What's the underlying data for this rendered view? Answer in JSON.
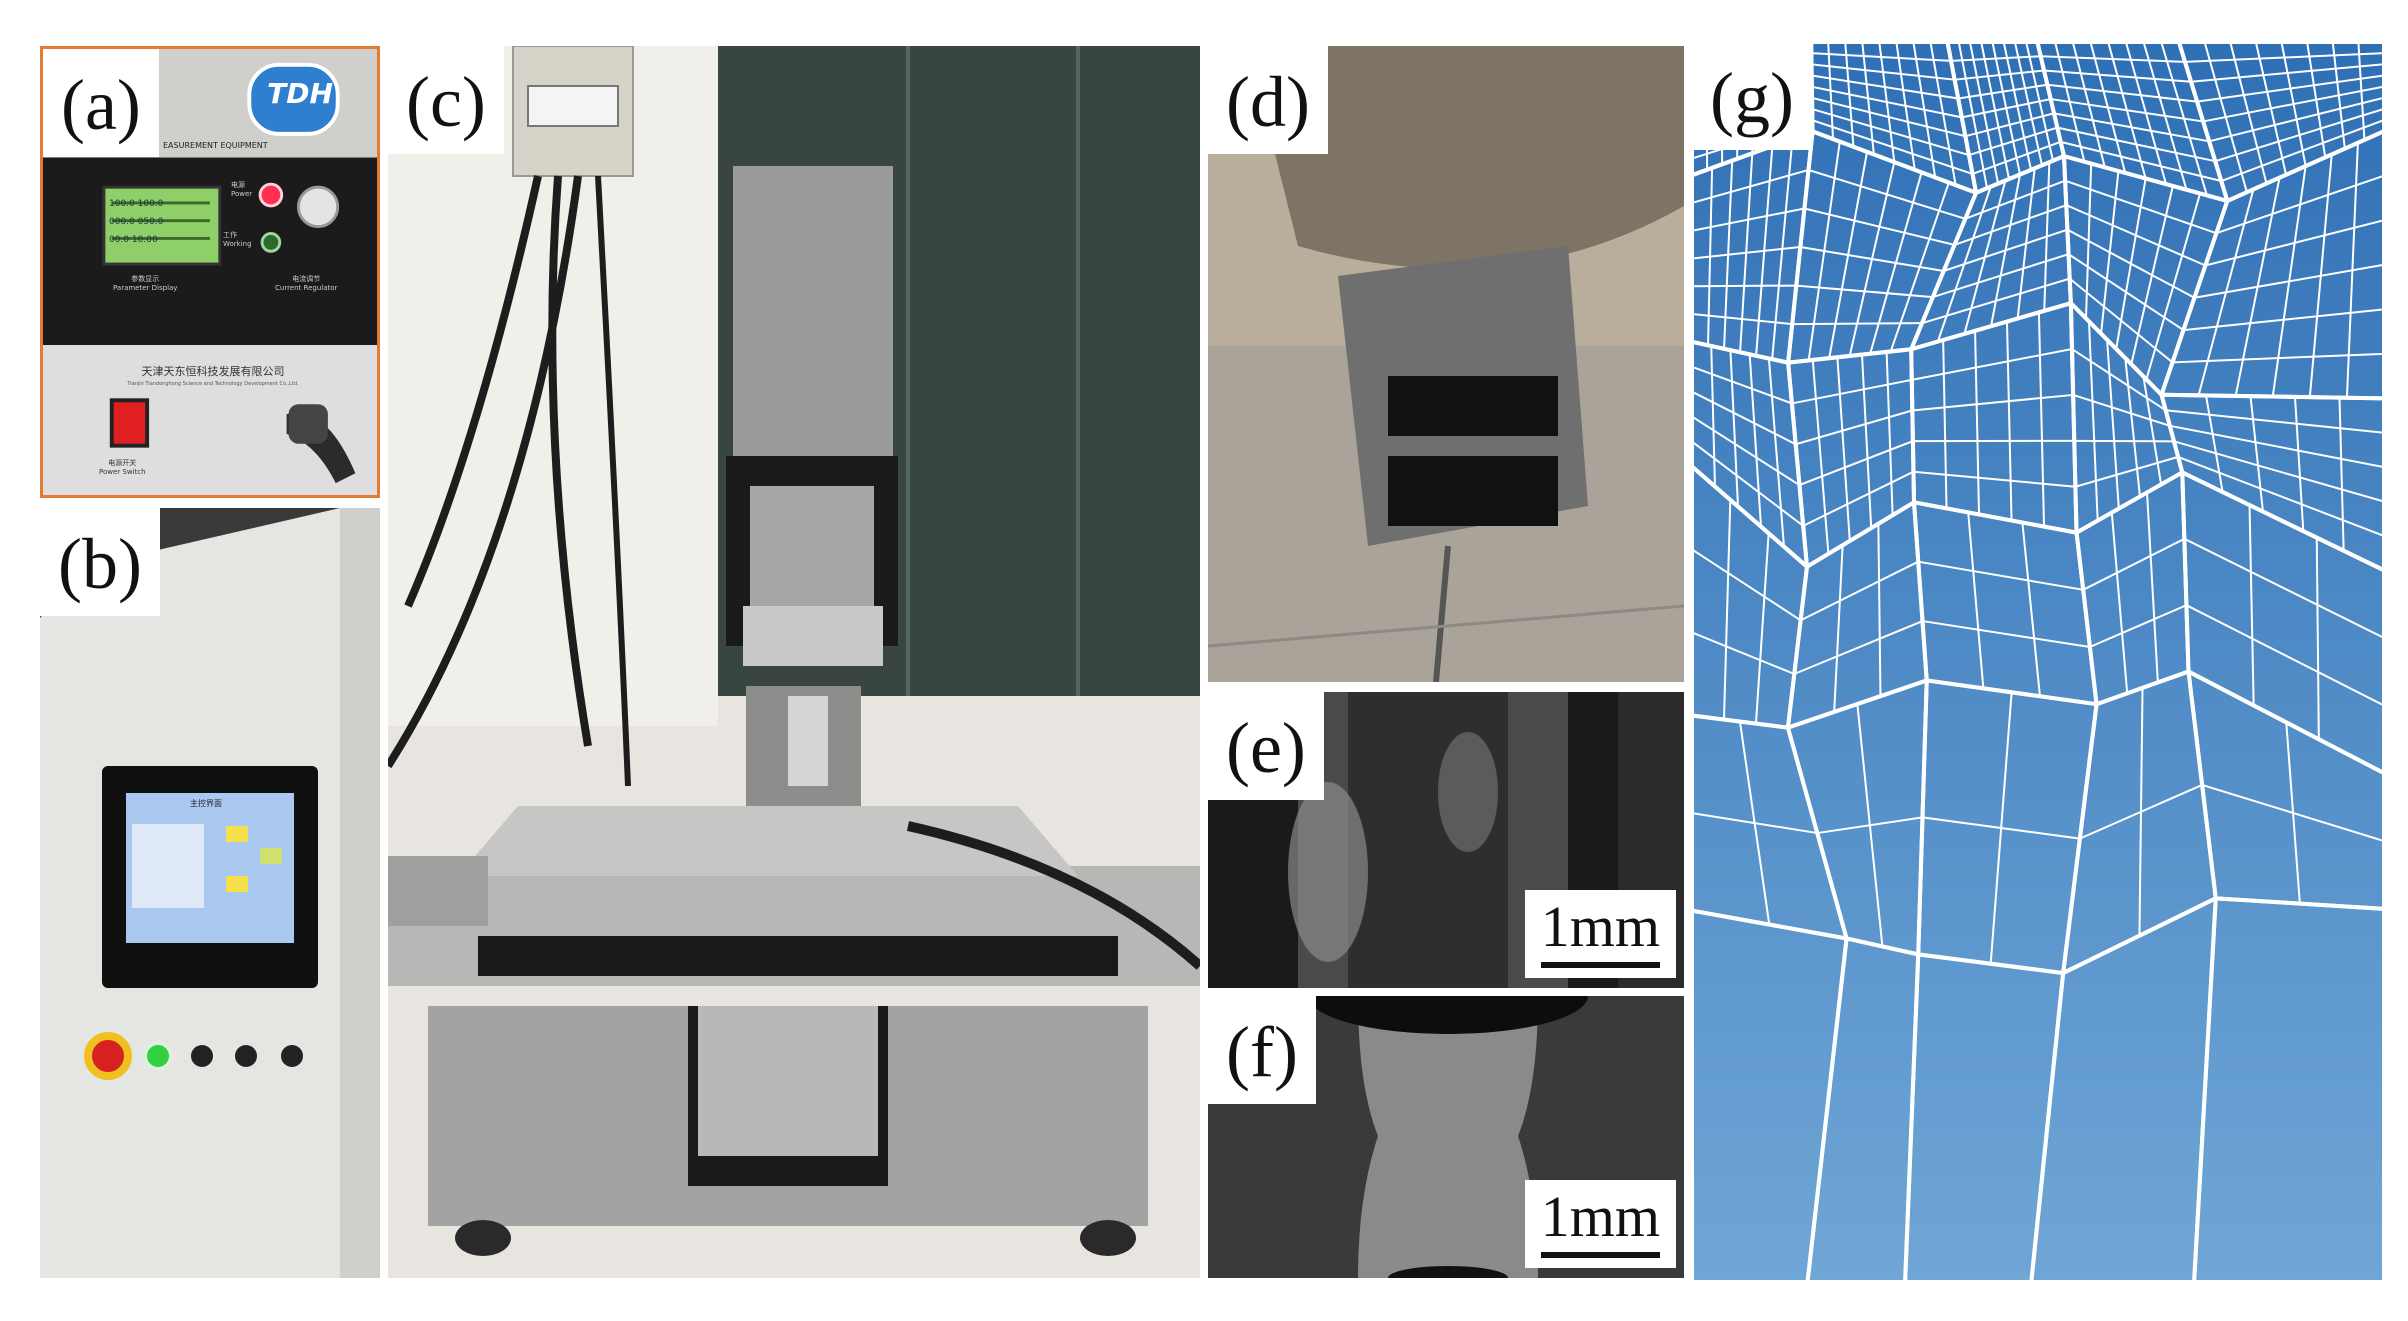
{
  "panels": {
    "a": {
      "label": "(a)",
      "brand": "TDH",
      "header_strip": "EASUREMENT EQUIPMENT",
      "lcd_lines": [
        "100.0  100.0",
        "000.0  050.0",
        "00.0   10.00"
      ],
      "indicators": {
        "power_cn": "电源",
        "power": "Power",
        "working_cn": "工作",
        "working": "Working"
      },
      "display_label_cn": "参数显示",
      "display_label": "Parameter Display",
      "current_label_cn": "电流调节",
      "current_label": "Current Regulator",
      "company_cn": "天津天东恒科技发展有限公司",
      "company_en": "Tianjin Tiandonghong Science and Technology Development Co.,Ltd.",
      "switch_label_cn": "电源开关",
      "switch_label": "Power Switch"
    },
    "b": {
      "label": "(b)",
      "screen_title": "主控界面"
    },
    "c": {
      "label": "(c)"
    },
    "d": {
      "label": "(d)"
    },
    "e": {
      "label": "(e)",
      "scale": "1mm"
    },
    "f": {
      "label": "(f)",
      "scale": "1mm"
    },
    "g": {
      "label": "(g)"
    }
  },
  "colors": {
    "frame_orange": "#e57a35",
    "mesh_blue_top": "#2f6fb5",
    "mesh_blue_bottom": "#6fa6d6",
    "mesh_line": "#ffffff"
  }
}
